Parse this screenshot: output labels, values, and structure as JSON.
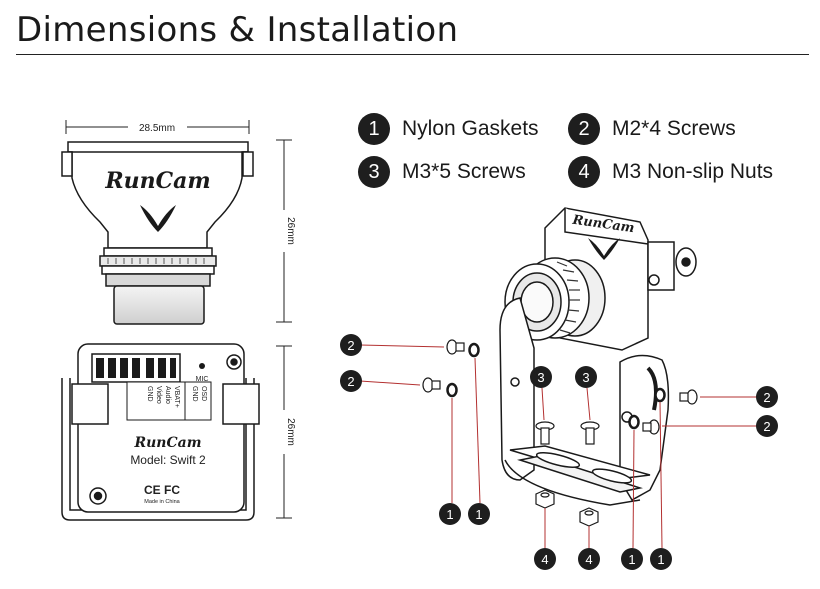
{
  "page": {
    "title": "Dimensions & Installation"
  },
  "legend": [
    {
      "num": "1",
      "text": "Nylon Gaskets"
    },
    {
      "num": "2",
      "text": "M2*4 Screws"
    },
    {
      "num": "3",
      "text": "M3*5 Screws"
    },
    {
      "num": "4",
      "text": "M3 Non-slip Nuts"
    }
  ],
  "dimensions": {
    "width": "28.5mm",
    "height_front": "26mm",
    "height_back": "26mm"
  },
  "camera": {
    "brand": "RunCam",
    "model": "Model: Swift 2",
    "mic_label": "MIC",
    "pins_left": [
      "GND",
      "Video",
      "Audio",
      "VBAT+"
    ],
    "pins_right": [
      "GND",
      "OSD"
    ],
    "cert": "CE FC",
    "made_in": "Made in China"
  },
  "callouts": [
    "1",
    "1",
    "1",
    "1",
    "2",
    "2",
    "2",
    "2",
    "3",
    "3",
    "4",
    "4"
  ],
  "colors": {
    "accent_line": "#b33030",
    "badge": "#1e1e1e"
  }
}
